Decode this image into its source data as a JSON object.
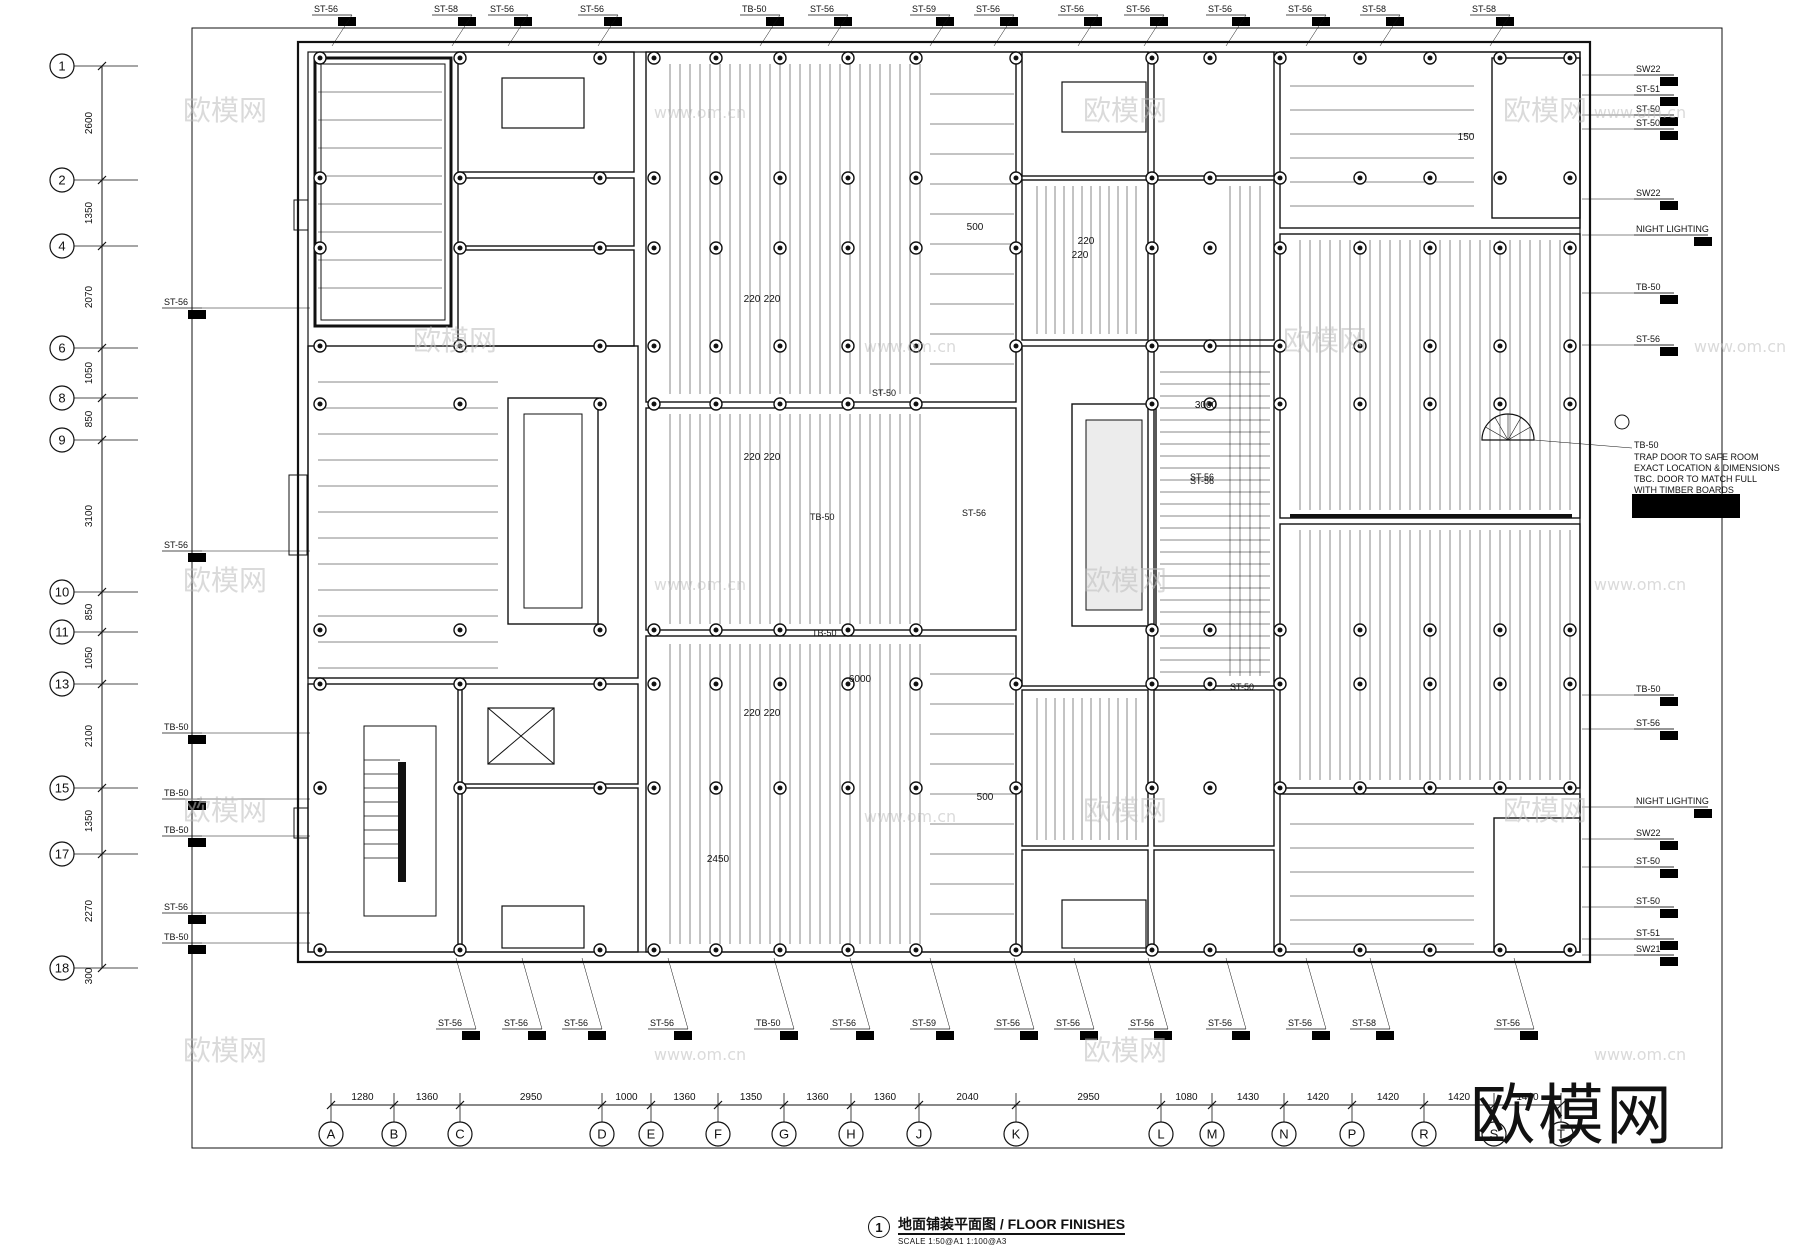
{
  "drawing": {
    "title": "地面铺装平面图 / FLOOR FINISHES",
    "title_number": "1",
    "scale_text": "SCALE 1:50@A1   1:100@A3",
    "watermark_big": "欧模网",
    "watermark_small": "欧模网",
    "watermark_url": "www.om.cn"
  },
  "row_grid": [
    {
      "label": "1"
    },
    {
      "label": "2"
    },
    {
      "label": "4"
    },
    {
      "label": "6"
    },
    {
      "label": "8"
    },
    {
      "label": "9"
    },
    {
      "label": "10"
    },
    {
      "label": "11"
    },
    {
      "label": "13"
    },
    {
      "label": "15"
    },
    {
      "label": "17"
    },
    {
      "label": "18"
    }
  ],
  "row_dims": [
    "2600",
    "1350",
    "2070",
    "1050",
    "850",
    "3100",
    "850",
    "1050",
    "2100",
    "1350",
    "2270",
    "300"
  ],
  "col_grid": [
    {
      "label": "A"
    },
    {
      "label": "B"
    },
    {
      "label": "C"
    },
    {
      "label": "D"
    },
    {
      "label": "E"
    },
    {
      "label": "F"
    },
    {
      "label": "G"
    },
    {
      "label": "H"
    },
    {
      "label": "J"
    },
    {
      "label": "K"
    },
    {
      "label": "L"
    },
    {
      "label": "M"
    },
    {
      "label": "N"
    },
    {
      "label": "P"
    },
    {
      "label": "R"
    },
    {
      "label": "S"
    },
    {
      "label": "T"
    }
  ],
  "col_dims": [
    "1280",
    "1360",
    "2950",
    "1000",
    "1360",
    "1350",
    "1360",
    "1360",
    "2040",
    "2950",
    "1080",
    "1430",
    "1420",
    "1420",
    "1420",
    "1420"
  ],
  "tags_left": [
    "ST-56",
    "ST-56",
    "TB-50",
    "TB-50",
    "TB-50",
    "ST-56",
    "TB-50"
  ],
  "tags_top": [
    "ST-56",
    "ST-58",
    "ST-56",
    "ST-56",
    "TB-50",
    "ST-56",
    "ST-59",
    "ST-56",
    "ST-56",
    "ST-56",
    "ST-56",
    "ST-56",
    "ST-58",
    "ST-58"
  ],
  "tags_bottom": [
    "ST-56",
    "ST-56",
    "ST-56",
    "ST-56",
    "TB-50",
    "ST-56",
    "ST-59",
    "ST-56",
    "ST-56",
    "ST-56",
    "ST-56",
    "ST-56",
    "ST-58",
    "ST-56"
  ],
  "tags_right": [
    "SW22",
    "ST-51",
    "ST-50",
    "ST-50",
    "SW22",
    "NIGHT LIGHTING",
    "TB-50",
    "ST-56",
    "TB-50",
    "ST-56",
    "NIGHT LIGHTING",
    "SW22",
    "ST-50",
    "ST-50",
    "ST-51",
    "SW21"
  ],
  "note_trap_door": {
    "tag": "TB-50",
    "lines": [
      "TRAP DOOR TO SAFE ROOM",
      "EXACT LOCATION & DIMENSIONS",
      "TBC. DOOR TO MATCH FULL",
      "WITH TIMBER BOARDS"
    ]
  },
  "interior_tags": [
    "ST-56",
    "ST-56",
    "ST-56",
    "TB-50",
    "TB-50",
    "ST-50",
    "ST-50"
  ],
  "interior_dims": [
    "220",
    "220",
    "220",
    "220",
    "220",
    "220",
    "220",
    "220",
    "150",
    "500",
    "500",
    "6000",
    "2450",
    "3000"
  ],
  "colors": {
    "line": "#111111",
    "watermark": "#bdbdbd",
    "label_fill": "#000000"
  }
}
